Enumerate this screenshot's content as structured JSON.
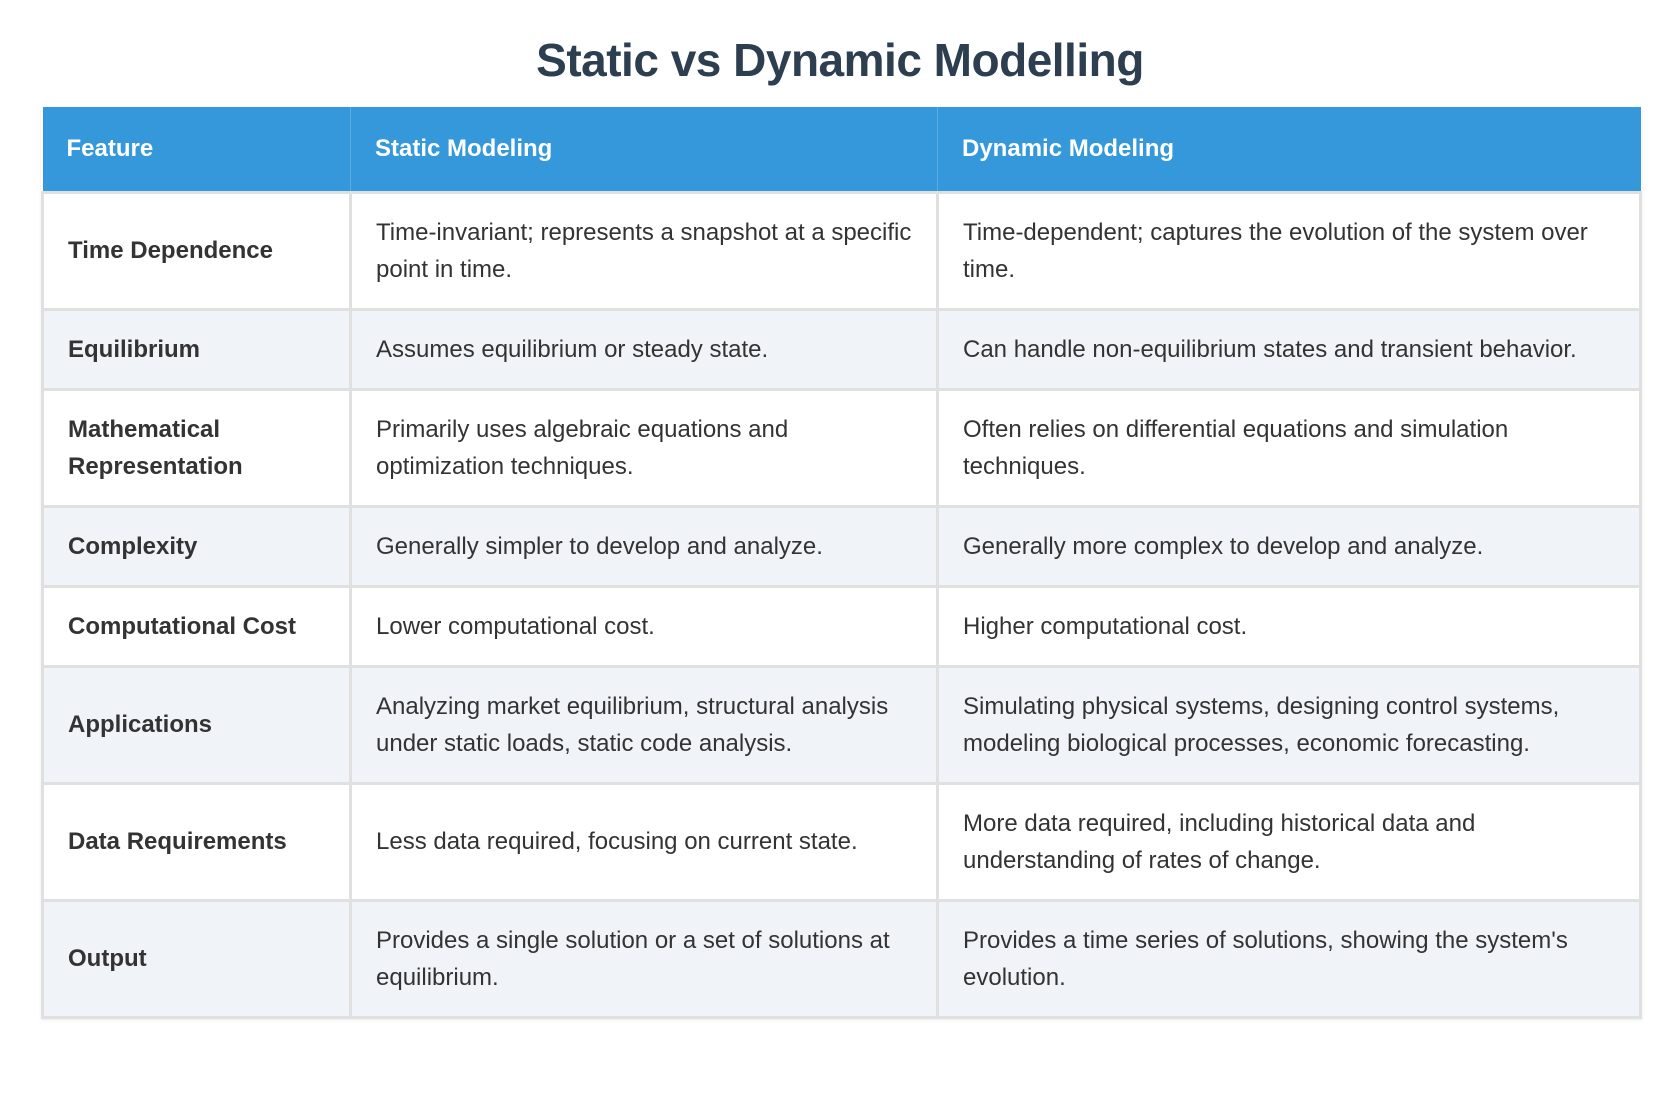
{
  "title": "Static vs Dynamic Modelling",
  "table": {
    "headers": {
      "feature": "Feature",
      "static": "Static Modeling",
      "dynamic": "Dynamic Modeling"
    },
    "rows": [
      {
        "feature": "Time Dependence",
        "static": "Time-invariant; represents a snapshot at a specific point in time.",
        "dynamic": "Time-dependent; captures the evolution of the system over time."
      },
      {
        "feature": "Equilibrium",
        "static": "Assumes equilibrium or steady state.",
        "dynamic": "Can handle non-equilibrium states and transient behavior."
      },
      {
        "feature": "Mathematical Representation",
        "static": "Primarily uses algebraic equations and optimization techniques.",
        "dynamic": "Often relies on differential equations and simulation techniques."
      },
      {
        "feature": "Complexity",
        "static": "Generally simpler to develop and analyze.",
        "dynamic": "Generally more complex to develop and analyze."
      },
      {
        "feature": "Computational Cost",
        "static": "Lower computational cost.",
        "dynamic": "Higher computational cost."
      },
      {
        "feature": "Applications",
        "static": "Analyzing market equilibrium, structural analysis under static loads, static code analysis.",
        "dynamic": "Simulating physical systems, designing control systems, modeling biological processes, economic forecasting."
      },
      {
        "feature": "Data Requirements",
        "static": "Less data required, focusing on current state.",
        "dynamic": "More data required, including historical data and understanding of rates of change."
      },
      {
        "feature": "Output",
        "static": "Provides a single solution or a set of solutions at equilibrium.",
        "dynamic": "Provides a time series of solutions, showing the system's evolution."
      }
    ]
  },
  "colors": {
    "title": "#2c3e50",
    "header_bg": "#3498db",
    "header_text": "#ffffff",
    "row_alt_bg": "#f0f4f9",
    "border": "#e0e0e0",
    "body_text": "#333333"
  }
}
